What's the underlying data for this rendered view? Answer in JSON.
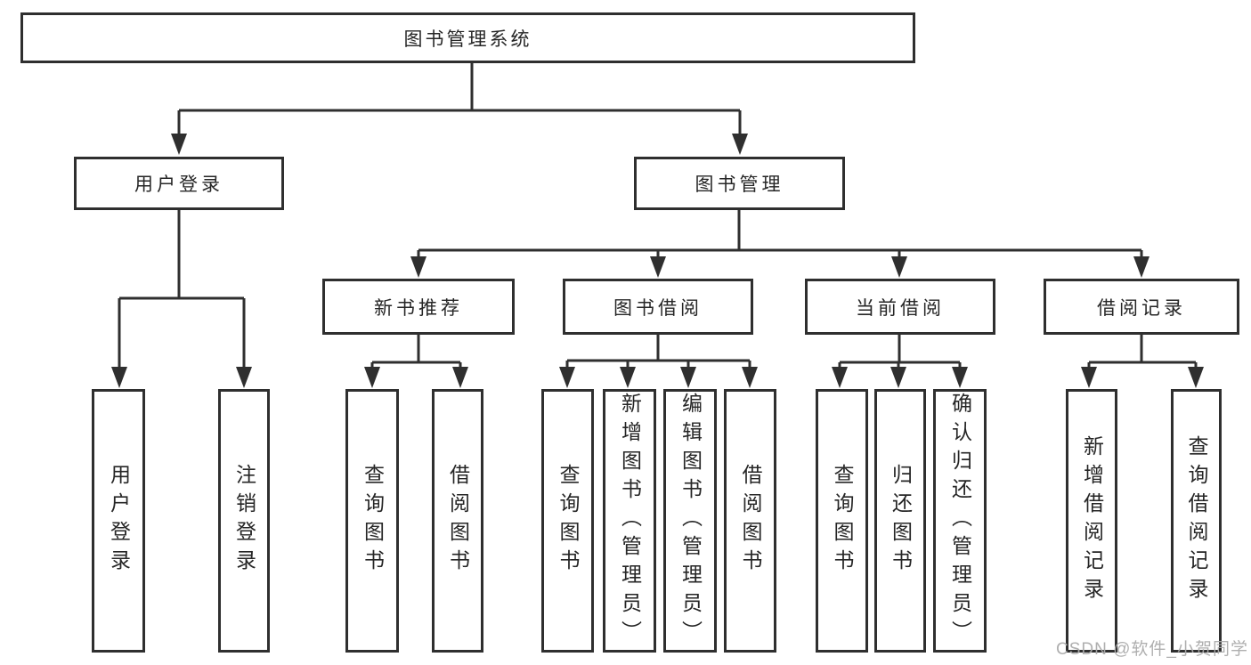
{
  "tree": {
    "label": "图书管理系统",
    "children": [
      {
        "label": "用户登录",
        "children": [
          {
            "label": "用户登录"
          },
          {
            "label": "注销登录"
          }
        ]
      },
      {
        "label": "图书管理",
        "children": [
          {
            "label": "新书推荐",
            "children": [
              {
                "label": "查询图书"
              },
              {
                "label": "借阅图书"
              }
            ]
          },
          {
            "label": "图书借阅",
            "children": [
              {
                "label": "查询图书"
              },
              {
                "label": "新增图书（管理员）"
              },
              {
                "label": "编辑图书（管理员）"
              },
              {
                "label": "借阅图书"
              }
            ]
          },
          {
            "label": "当前借阅",
            "children": [
              {
                "label": "查询图书"
              },
              {
                "label": "归还图书"
              },
              {
                "label": "确认归还（管理员）"
              }
            ]
          },
          {
            "label": "借阅记录",
            "children": [
              {
                "label": "新增借阅记录"
              },
              {
                "label": "查询借阅记录"
              }
            ]
          }
        ]
      }
    ]
  },
  "watermark": "CSDN @软件_小贺同学",
  "colors": {
    "line": "#2f2f2f",
    "text": "#262626",
    "background": "#ffffff",
    "watermark": "#ababab"
  }
}
